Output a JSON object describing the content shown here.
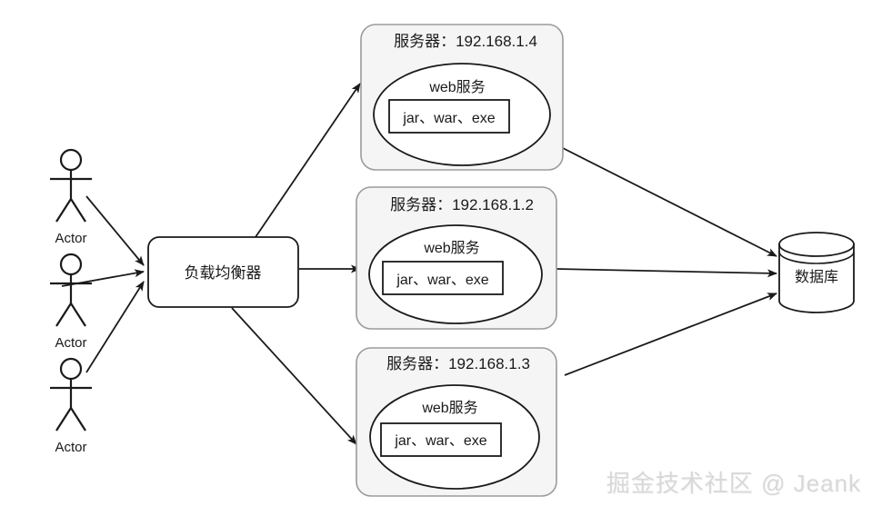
{
  "diagram": {
    "title": "Load balancer architecture diagram",
    "background_color": "#ffffff",
    "stroke_color": "#1a1a1a",
    "server_box_fill": "#f5f5f5",
    "server_box_stroke": "#9b9b9b",
    "watermark": "掘金技术社区 @ Jeank",
    "watermark_color": "#d8d8d8"
  },
  "actors": [
    {
      "label": "Actor"
    },
    {
      "label": "Actor"
    },
    {
      "label": "Actor"
    }
  ],
  "load_balancer": {
    "label": "负载均衡器"
  },
  "servers": [
    {
      "title": "服务器：192.168.1.4",
      "service_label": "web服务",
      "artifacts_label": "jar、war、exe"
    },
    {
      "title": "服务器：192.168.1.2",
      "service_label": "web服务",
      "artifacts_label": "jar、war、exe"
    },
    {
      "title": "服务器：192.168.1.3",
      "service_label": "web服务",
      "artifacts_label": "jar、war、exe"
    }
  ],
  "database": {
    "label": "数据库"
  },
  "connections": {
    "actor_to_lb_count": 3,
    "lb_to_server_count": 3,
    "server_to_db_count": 3
  }
}
